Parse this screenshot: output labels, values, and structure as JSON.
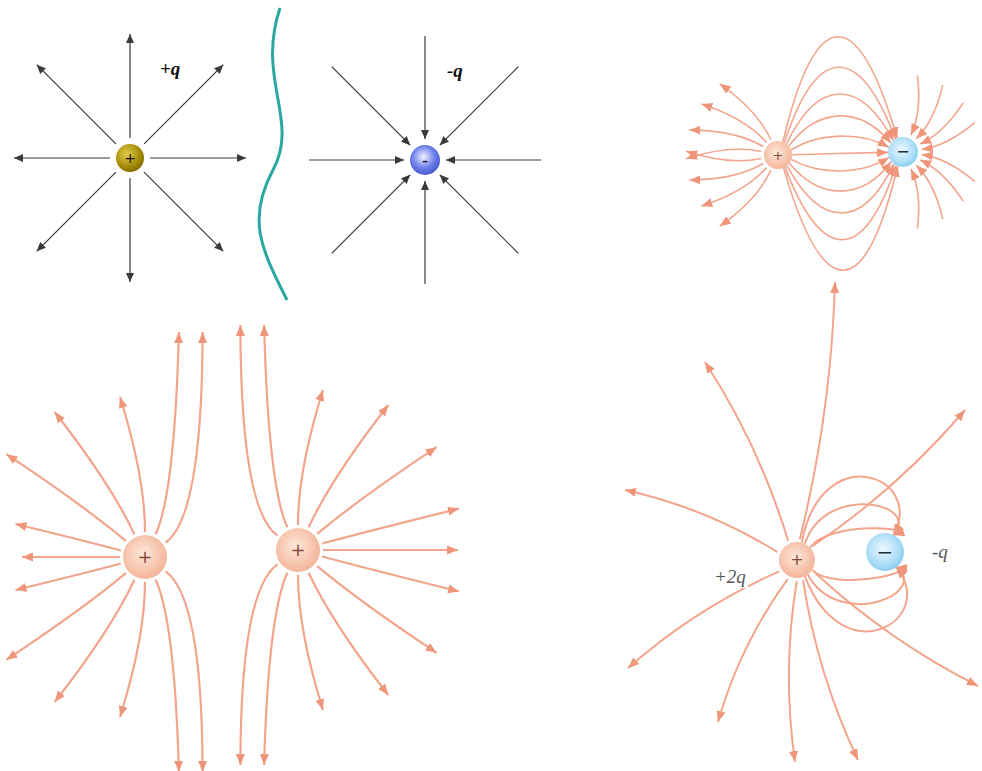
{
  "diagram": {
    "nodes": [
      {
        "text": [
          "+"
        ]
      },
      {
        "text": [
          "-"
        ]
      },
      {
        "text": [
          "+"
        ]
      },
      {
        "text": [
          "−"
        ]
      },
      {
        "text": [
          "+"
        ]
      },
      {
        "text": [
          "+"
        ]
      },
      {
        "text": [
          "+"
        ]
      },
      {
        "text": [
          "−"
        ]
      }
    ],
    "edges": [
      {
        "from": 2,
        "to": 3,
        "arrow": "to"
      },
      {
        "from": 2,
        "to": 3,
        "arrow": "to"
      },
      {
        "from": 2,
        "to": 3,
        "arrow": "to"
      },
      {
        "from": 2,
        "to": 3,
        "arrow": "to"
      },
      {
        "from": 2,
        "to": 3,
        "arrow": "to"
      },
      {
        "from": 2,
        "to": 3,
        "arrow": "to"
      },
      {
        "from": 2,
        "to": 3,
        "arrow": "to"
      },
      {
        "from": 2,
        "to": 3,
        "arrow": "to"
      },
      {
        "from": 2,
        "to": 3,
        "arrow": "to"
      },
      {
        "from": 2,
        "to": 3,
        "arrow": "to"
      },
      {
        "from": 2,
        "to": 3,
        "arrow": "to"
      },
      {
        "from": 6,
        "to": 7,
        "arrow": "to"
      },
      {
        "from": 6,
        "to": 7,
        "arrow": "to"
      },
      {
        "from": 6,
        "to": 7,
        "arrow": "to"
      },
      {
        "from": 6,
        "to": 7,
        "arrow": "to"
      },
      {
        "from": 6,
        "to": 7,
        "arrow": "to"
      },
      {
        "from": 6,
        "to": 7,
        "arrow": "to"
      }
    ],
    "labels": [
      "+q",
      "-q",
      "+2q",
      "-q"
    ]
  }
}
